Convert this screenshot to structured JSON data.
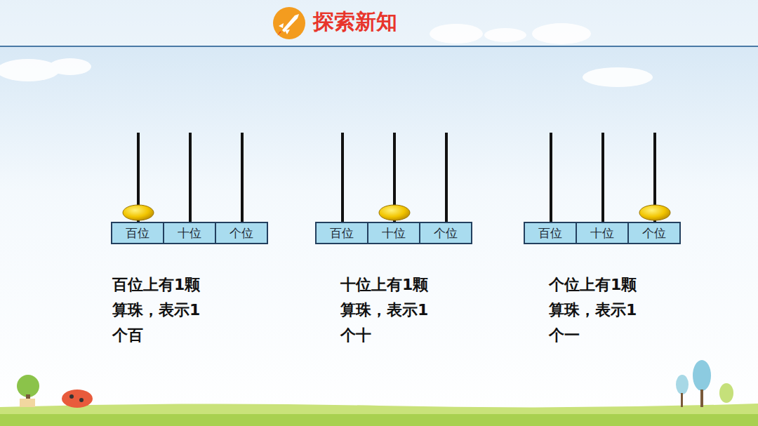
{
  "diagram": {
    "title": "探索新知",
    "nodes": [
      {
        "text": [
          "百位"
        ]
      },
      {
        "text": [
          "十位"
        ]
      },
      {
        "text": [
          "个位"
        ]
      },
      {
        "text": [
          "百位"
        ]
      },
      {
        "text": [
          "十位"
        ]
      },
      {
        "text": [
          "个位"
        ]
      },
      {
        "text": [
          "百位"
        ]
      },
      {
        "text": [
          "十位"
        ]
      },
      {
        "text": [
          "个位"
        ]
      }
    ],
    "labels": [
      "百位上有1颗 算珠，表示1 个百",
      "十位上有1颗 算珠，表示1 个十",
      "个位上有1颗 算珠，表示1 个一"
    ]
  }
}
